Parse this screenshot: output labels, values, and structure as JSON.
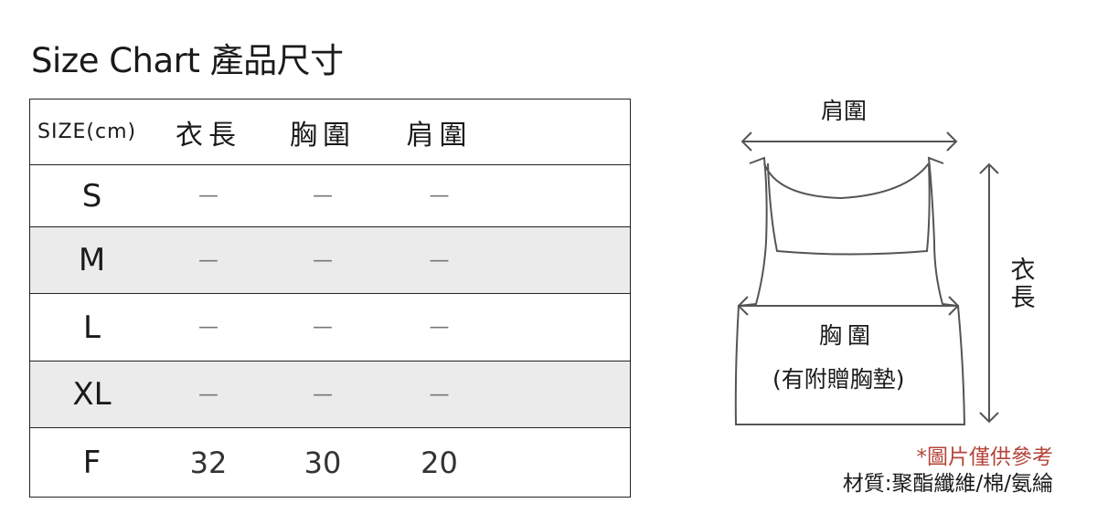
{
  "title": "Size Chart 產品尺寸",
  "table": {
    "headers": [
      "SIZE(cm)",
      "衣長",
      "胸圍",
      "肩圍"
    ],
    "rows": [
      {
        "size": "S",
        "values": [
          "—",
          "—",
          "—"
        ],
        "shaded": false
      },
      {
        "size": "M",
        "values": [
          "—",
          "—",
          "—"
        ],
        "shaded": true
      },
      {
        "size": "L",
        "values": [
          "—",
          "—",
          "—"
        ],
        "shaded": false
      },
      {
        "size": "XL",
        "values": [
          "—",
          "—",
          "—"
        ],
        "shaded": true
      },
      {
        "size": "F",
        "values": [
          "32",
          "30",
          "20"
        ],
        "shaded": false
      }
    ]
  },
  "diagram": {
    "shoulder_label": "肩圍",
    "chest_label": "胸圍",
    "chest_note": "(有附贈胸墊)",
    "length_label": "衣長"
  },
  "note": "*圖片僅供參考",
  "material": "材質:聚酯纖維/棉/氨綸",
  "colors": {
    "note": "#b5443a",
    "shaded_row": "#ebebeb",
    "border": "#222222"
  }
}
